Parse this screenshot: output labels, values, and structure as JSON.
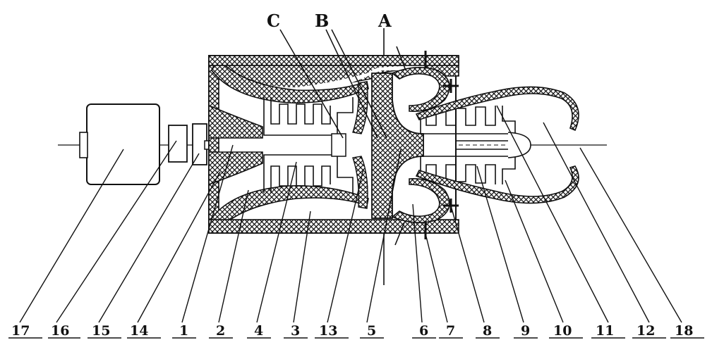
{
  "section_labels": {
    "a": "A",
    "b": "B",
    "c": "C"
  },
  "part_numbers": [
    "17",
    "16",
    "15",
    "14",
    "1",
    "2",
    "4",
    "3",
    "13",
    "5",
    "6",
    "7",
    "8",
    "9",
    "10",
    "11",
    "12",
    "18"
  ]
}
